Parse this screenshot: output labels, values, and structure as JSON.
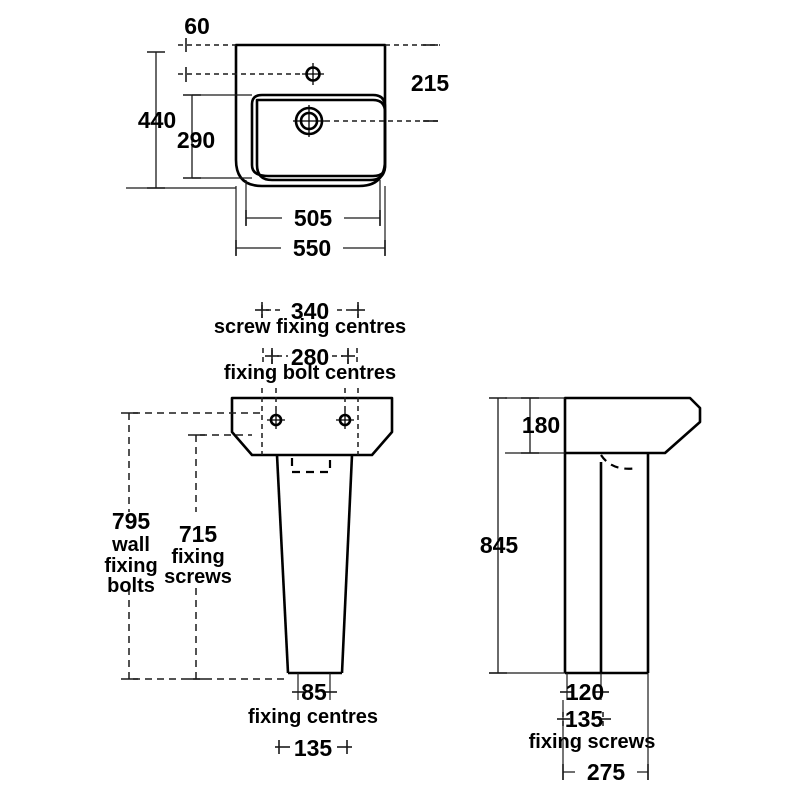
{
  "document": {
    "type": "technical-drawing",
    "subject": "Basin and pedestal dimensional drawing",
    "units": "mm",
    "line_color": "#000000",
    "background_color": "#ffffff"
  },
  "views": {
    "top": {
      "name": "top-view",
      "dimensions": {
        "tap_hole_offset": "60",
        "overall_depth": "440",
        "bowl_depth": "290",
        "tap_hole_to_edge": "215",
        "bowl_width": "505",
        "overall_width": "550"
      }
    },
    "front": {
      "name": "front-view",
      "dimensions": {
        "screw_fixing_centres_value": "340",
        "screw_fixing_centres_label": "screw fixing centres",
        "fixing_bolt_centres_value": "280",
        "fixing_bolt_centres_label": "fixing bolt centres",
        "wall_fixing_bolts_value": "795",
        "wall_fixing_bolts_label_line1": "wall",
        "wall_fixing_bolts_label_line2": "fixing",
        "wall_fixing_bolts_label_line3": "bolts",
        "fixing_screws_value": "715",
        "fixing_screws_label_line1": "fixing",
        "fixing_screws_label_line2": "screws",
        "pedestal_fixing_centres_value": "85",
        "pedestal_fixing_centres_label": "fixing centres",
        "pedestal_base_width": "135"
      }
    },
    "side": {
      "name": "side-view",
      "dimensions": {
        "basin_height": "180",
        "overall_height": "845",
        "fixing_screw_offset": "120",
        "fixing_screws_value": "135",
        "fixing_screws_label": "fixing screws",
        "base_depth": "275"
      }
    }
  }
}
